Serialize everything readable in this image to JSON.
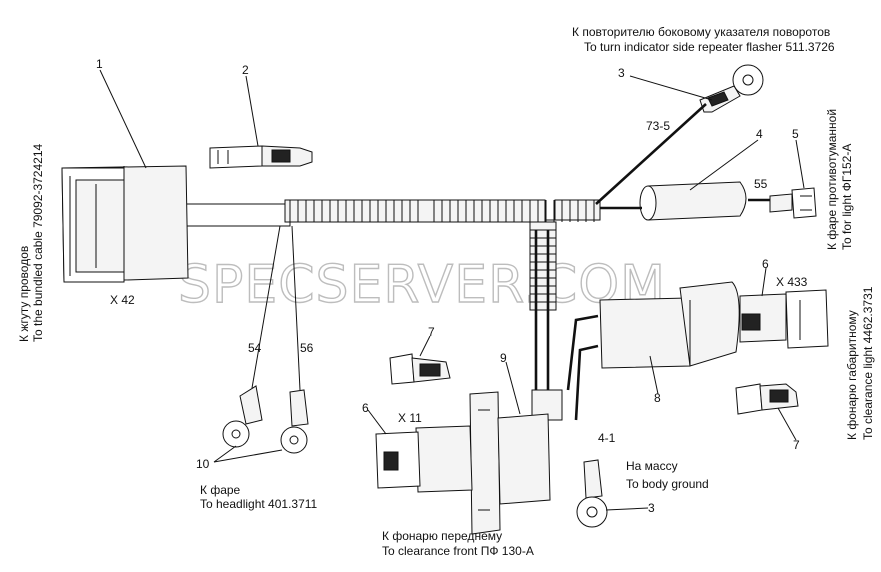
{
  "watermark": "SPECSERVER.COM",
  "callouts": {
    "c1": "1",
    "c2": "2",
    "c3a": "3",
    "c3b": "3",
    "c4": "4",
    "c5": "5",
    "c6a": "6",
    "c6b": "6",
    "c7a": "7",
    "c7b": "7",
    "c8": "8",
    "c9": "9",
    "c10": "10"
  },
  "wires": {
    "w73_5": "73-5",
    "w55": "55",
    "w54": "54",
    "w56": "56",
    "w4_1": "4-1"
  },
  "connectors": {
    "x42": "X 42",
    "x433": "X 433",
    "x11": "X 11"
  },
  "captions": {
    "repeater_ru": "К  повторителю боковому указателя поворотов",
    "repeater_en": "To turn indicator side repeater flasher 511.3726",
    "bundle_ru": "К жгуту проводов",
    "bundle_en": "To the bundled cable 79092-3724214",
    "foglight_ru": "К фаре противотуманной",
    "foglight_en": "To for light ФГ152-А",
    "clearance_ru": "К фонарю габаритному",
    "clearance_en": "To clearance light 4462.3731",
    "headlight_ru": "К фаре",
    "headlight_en": "To headlight 401.3711",
    "front_ru": "К фонарю переднему",
    "front_en": "To clearance front ПФ 130-А",
    "ground_ru": "На массу",
    "ground_en": "To body ground"
  }
}
